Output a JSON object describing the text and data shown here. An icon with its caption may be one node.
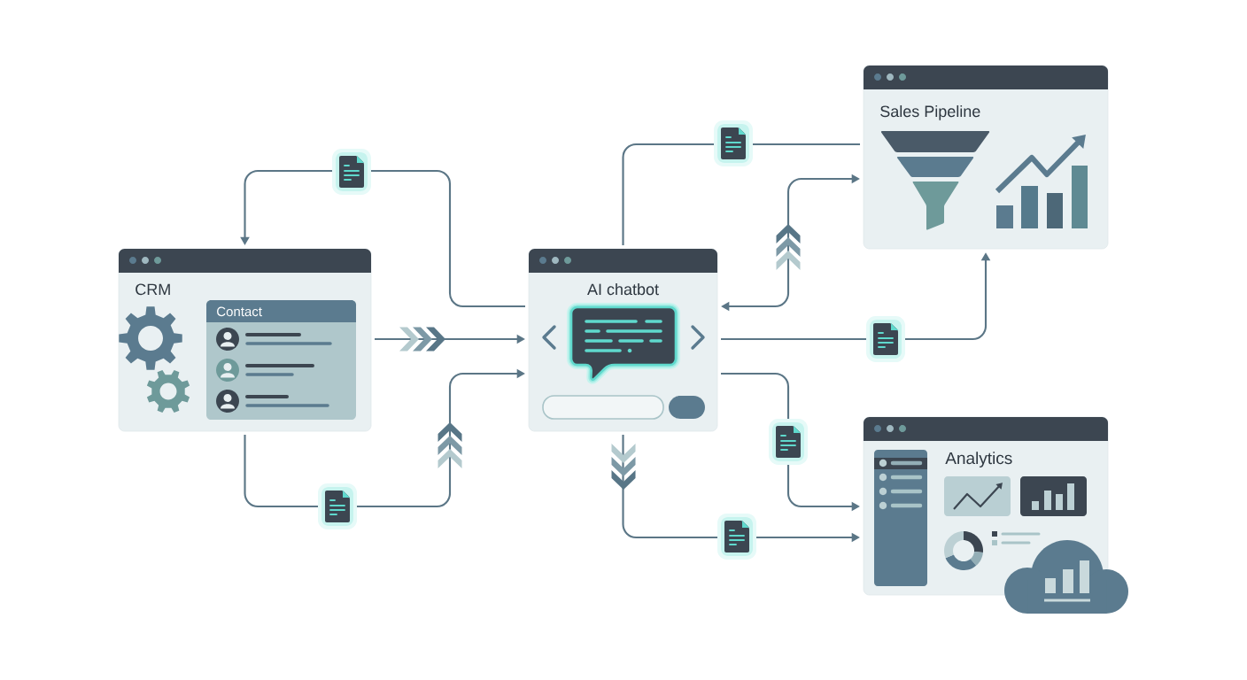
{
  "diagram": {
    "nodes": [
      {
        "text": [
          "CRM"
        ]
      },
      {
        "text": [
          "Contact"
        ],
        "in": 0
      },
      {
        "text": [
          "AI chatbot"
        ]
      },
      {
        "text": [
          "Sales Pipeline"
        ]
      },
      {
        "text": [
          "Analytics"
        ]
      }
    ],
    "edges": [
      {
        "from": 2,
        "to": 0,
        "arrow": "to"
      },
      {
        "from": 0,
        "to": 2,
        "arrow": "to"
      },
      {
        "from": 0,
        "to": 2,
        "arrow": "to"
      },
      {
        "from": 2,
        "to": 3,
        "arrow": "none"
      },
      {
        "from": 2,
        "to": 3,
        "arrow": "both"
      },
      {
        "from": 2,
        "to": 3,
        "arrow": "to"
      },
      {
        "from": 2,
        "to": 4,
        "arrow": "to"
      },
      {
        "from": 2,
        "to": 4,
        "arrow": "to"
      }
    ]
  }
}
